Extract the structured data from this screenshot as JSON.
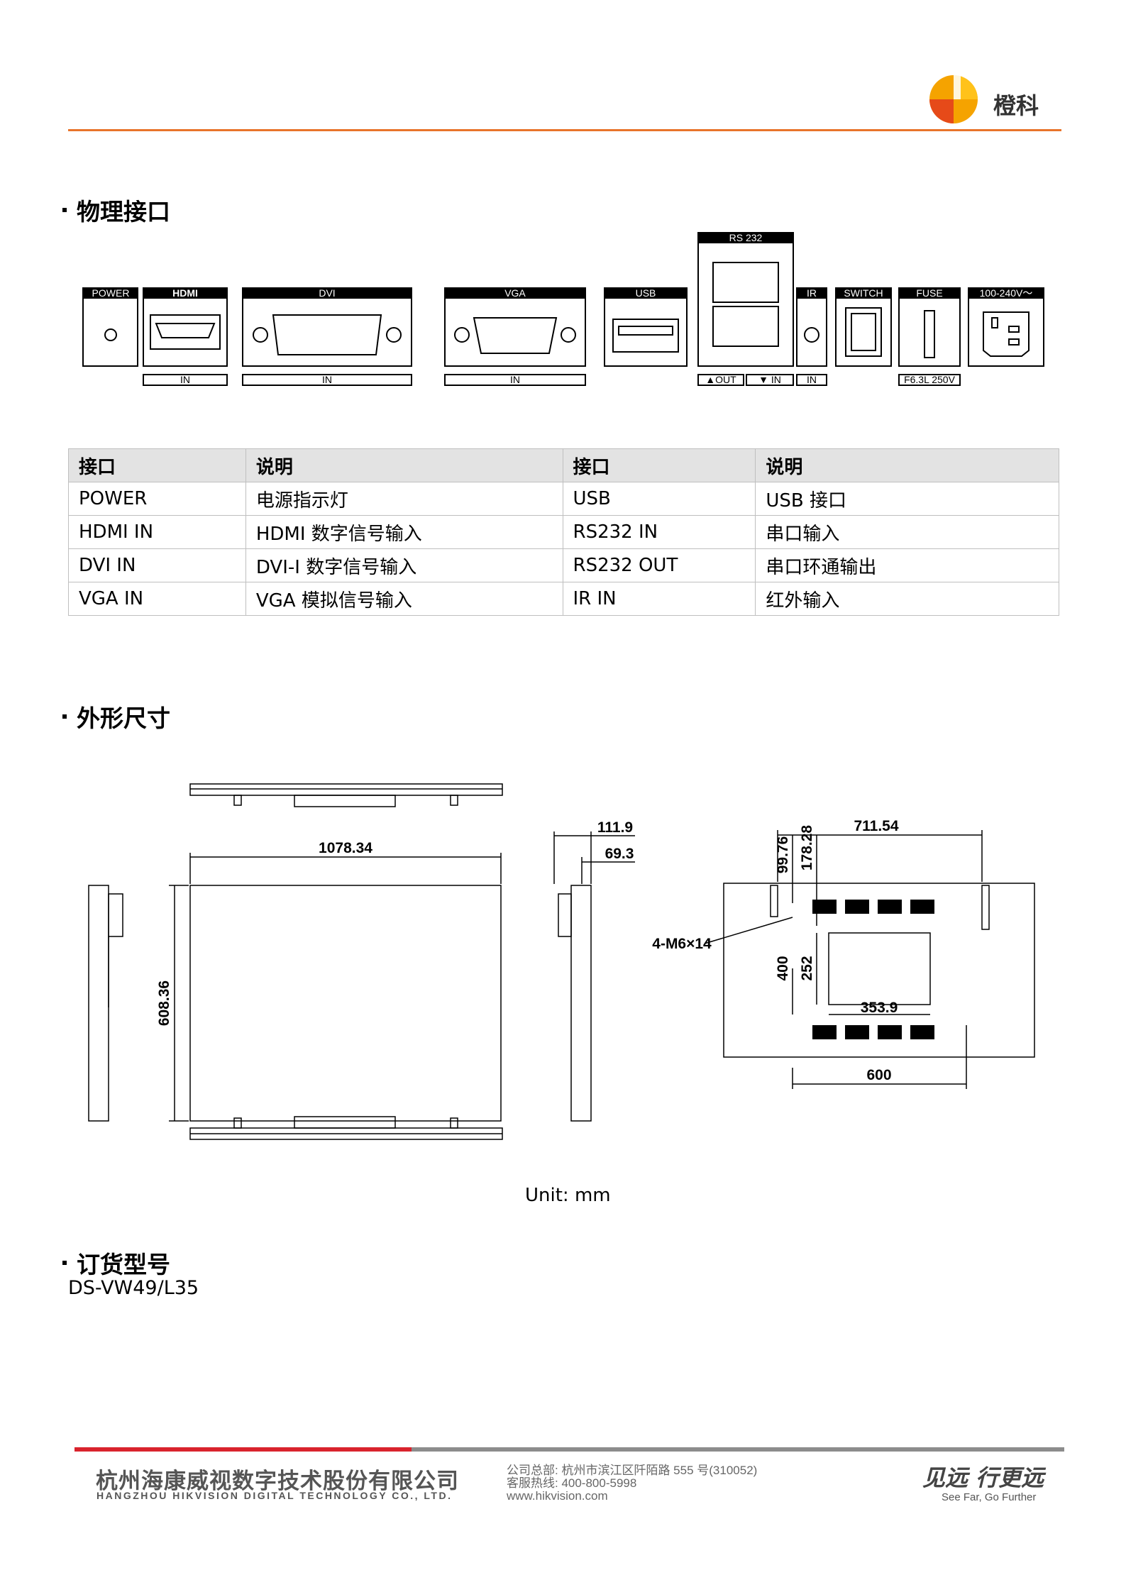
{
  "header": {
    "brand": "橙科"
  },
  "sections": {
    "interfaces": "物理接口",
    "dimensions": "外形尺寸",
    "ordering": "订货型号"
  },
  "panel": {
    "power": "POWER",
    "hdmi": "HDMI",
    "hdmi_sub": "IN",
    "dvi": "DVI",
    "dvi_sub": "IN",
    "vga": "VGA",
    "vga_sub": "IN",
    "usb": "USB",
    "rs232": "RS 232",
    "rs232_out": "▲OUT",
    "rs232_in": "▼ IN",
    "ir": "IR",
    "ir_sub": "IN",
    "switch": "SWITCH",
    "fuse": "FUSE",
    "fuse_sub": "F6.3L 250V",
    "ac": "100-240V～"
  },
  "table": {
    "headers": [
      "接口",
      "说明",
      "接口",
      "说明"
    ],
    "rows": [
      [
        "POWER",
        "电源指示灯",
        "USB",
        "USB 接口"
      ],
      [
        "HDMI IN",
        "HDMI 数字信号输入",
        "RS232 IN",
        "串口输入"
      ],
      [
        "DVI IN",
        "DVI-I 数字信号输入",
        "RS232 OUT",
        "串口环通输出"
      ],
      [
        "VGA IN",
        "VGA 模拟信号输入",
        "IR IN",
        "红外输入"
      ]
    ]
  },
  "dimensions": {
    "width": "1078.34",
    "height": "608.36",
    "depth_total": "111.9",
    "depth_body": "69.3",
    "rear_width": "711.54",
    "rear_top_1": "99.76",
    "rear_top_2": "178.28",
    "screw": "4-M6×14",
    "vesa_v": "400",
    "box_h": "252",
    "box_w": "353.9",
    "vesa_h": "600"
  },
  "unit": "Unit: mm",
  "model": "DS-VW49/L35",
  "footer": {
    "company_cn": "杭州海康威视数字技术股份有限公司",
    "company_en": "HANGZHOU HIKVISION DIGITAL TECHNOLOGY CO., LTD.",
    "address": "公司总部: 杭州市滨江区阡陌路 555 号(310052)",
    "hotline": "客服热线: 400-800-5998",
    "website": "www.hikvision.com",
    "slogan_cn": "见远 行更远",
    "slogan_en": "See Far, Go Further"
  },
  "colors": {
    "accent": "#e8742a",
    "footer_red": "#d9232d",
    "logo_orange": "#f08c00",
    "logo_red": "#e64a19"
  }
}
